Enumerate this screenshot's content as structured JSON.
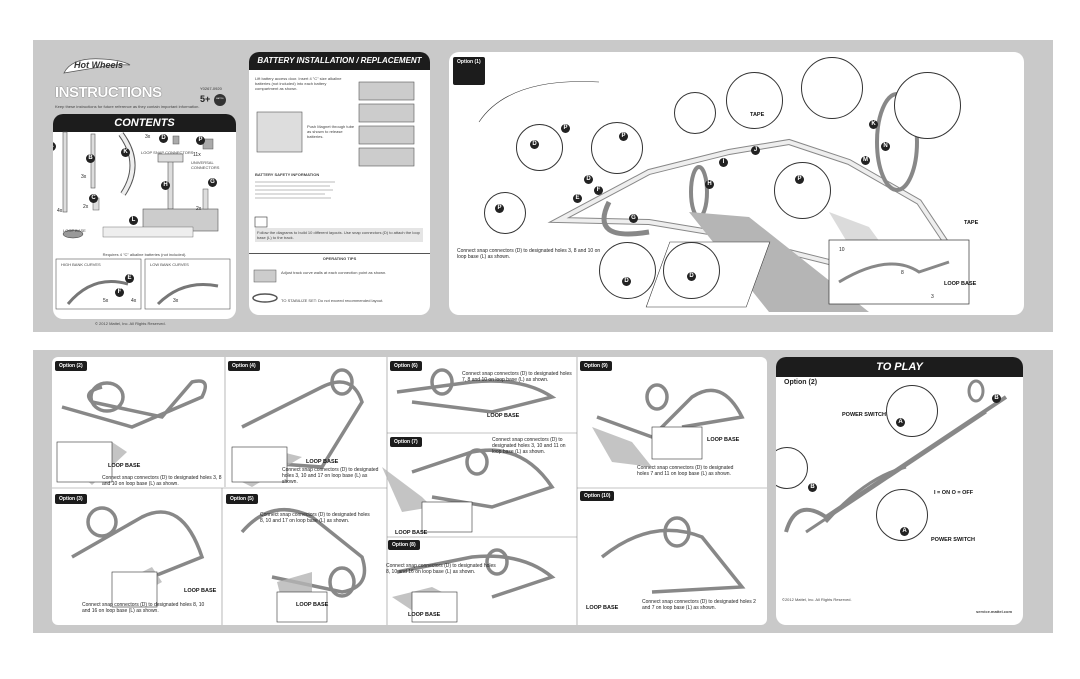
{
  "brand": {
    "logo": "Hot Wheels"
  },
  "instructions": {
    "title": "INSTRUCTIONS",
    "model": "Y0267-0920",
    "age": "5+",
    "maker": "MATTEL",
    "intro": "Keep these instructions for future reference as they contain important information."
  },
  "contents": {
    "title": "CONTENTS",
    "parts": {
      "a": "A",
      "b": "B",
      "c": "C",
      "d": "D",
      "e": "E",
      "f": "F",
      "g": "G",
      "h": "H",
      "k": "K",
      "l": "L",
      "p": "P"
    },
    "qty": {
      "a": "4x",
      "b": "3x",
      "c": "2x",
      "d": "3x",
      "g": "2x",
      "p": "11x",
      "d2": "5x",
      "f2": "4x",
      "e2": "3x"
    },
    "labels": {
      "loop_snap": "LOOP SNAP CONNECTORS",
      "universal": "UNIVERSAL CONNECTORS",
      "loop_base": "LOOP BASE",
      "batteries": "Requires 4 \"C\" alkaline batteries (not included).",
      "high_curves": "HIGH BANK CURVES",
      "low_curves": "LOW BANK CURVES"
    },
    "copyright": "© 2012 Mattel, Inc. All Rights Reserved."
  },
  "battery": {
    "title": "BATTERY INSTALLATION / REPLACEMENT",
    "intro": "Lift battery access door. Insert 4 \"C\" size alkaline batteries (not included) into each battery compartment as shown.",
    "push_text": "Push Magnet through tube as shown to release batteries.",
    "safety_title": "BATTERY SAFETY INFORMATION",
    "caution": "Follow the diagrams to build 10 different layouts. Use snap connectors (D) to attach the loop base (L) to the track.",
    "operating_title": "OPERATING TIPS",
    "tip1": "Adjust track curve walls at each connection point as shown.",
    "tip2": "TO STABILIZE SET: Do not exceed recommended layout."
  },
  "option1": {
    "tag": "Option (1)",
    "caption": "Connect snap connectors (D) to designated holes 3, 8 and 10 on loop base (L) as shown.",
    "tape1": "TAPE",
    "tape2": "TAPE",
    "loop_base": "LOOP BASE",
    "n10": "10",
    "n8": "8",
    "n3": "3",
    "letters": {
      "p": "P",
      "d": "D",
      "e": "E",
      "f": "F",
      "g": "G",
      "h": "H",
      "i": "I",
      "j": "J",
      "k": "K",
      "m": "M",
      "n": "N"
    }
  },
  "options": {
    "opt2": {
      "tag": "Option (2)",
      "caption": "Connect snap connectors (D) to designated holes 3, 8 and 10 on loop base (L) as shown.",
      "lb": "LOOP BASE"
    },
    "opt3": {
      "tag": "Option (3)",
      "caption": "Connect snap connectors (D) to designated holes 8, 10 and 16 on loop base (L) as shown.",
      "lb": "LOOP BASE"
    },
    "opt4": {
      "tag": "Option (4)",
      "caption": "Connect snap connectors (D) to designated holes 3, 10 and 17 on loop base (L) as shown.",
      "lb": "LOOP BASE"
    },
    "opt5": {
      "tag": "Option (5)",
      "caption": "Connect snap connectors (D) to designated holes 8, 10 and 17 on loop base (L) as shown.",
      "lb": "LOOP BASE"
    },
    "opt6": {
      "tag": "Option (6)",
      "caption": "Connect snap connectors (D) to designated holes 7, 8 and 10 on loop base (L) as shown.",
      "lb": "LOOP BASE"
    },
    "opt7": {
      "tag": "Option (7)",
      "caption": "Connect snap connectors (D) to designated holes 3, 10 and 11 on loop base (L) as shown.",
      "lb": "LOOP BASE"
    },
    "opt8": {
      "tag": "Option (8)",
      "caption": "Connect snap connectors (D) to designated holes 8, 10 and 16 on loop base (L) as shown.",
      "lb": "LOOP BASE"
    },
    "opt9": {
      "tag": "Option (9)",
      "caption": "Connect snap connectors (D) to designated holes 7 and 11 on loop base (L) as shown.",
      "lb": "LOOP BASE"
    },
    "opt10": {
      "tag": "Option (10)",
      "caption": "Connect snap connectors (D) to designated holes 2 and 7 on loop base (L) as shown.",
      "lb": "LOOP BASE"
    }
  },
  "toplay": {
    "title": "TO PLAY",
    "option": "Option (2)",
    "power1": "POWER SWITCH",
    "power2": "POWER SWITCH",
    "switch": "I = ON O = OFF",
    "a": "A",
    "b": "B",
    "footer": "©2012 Mattel, Inc. All Rights Reserved.",
    "site": "service.mattel.com"
  },
  "colors": {
    "dark": "#1c1c1c",
    "sheet": "#c9c9c9",
    "track": "#888888",
    "shade": "#b5b5b5"
  }
}
